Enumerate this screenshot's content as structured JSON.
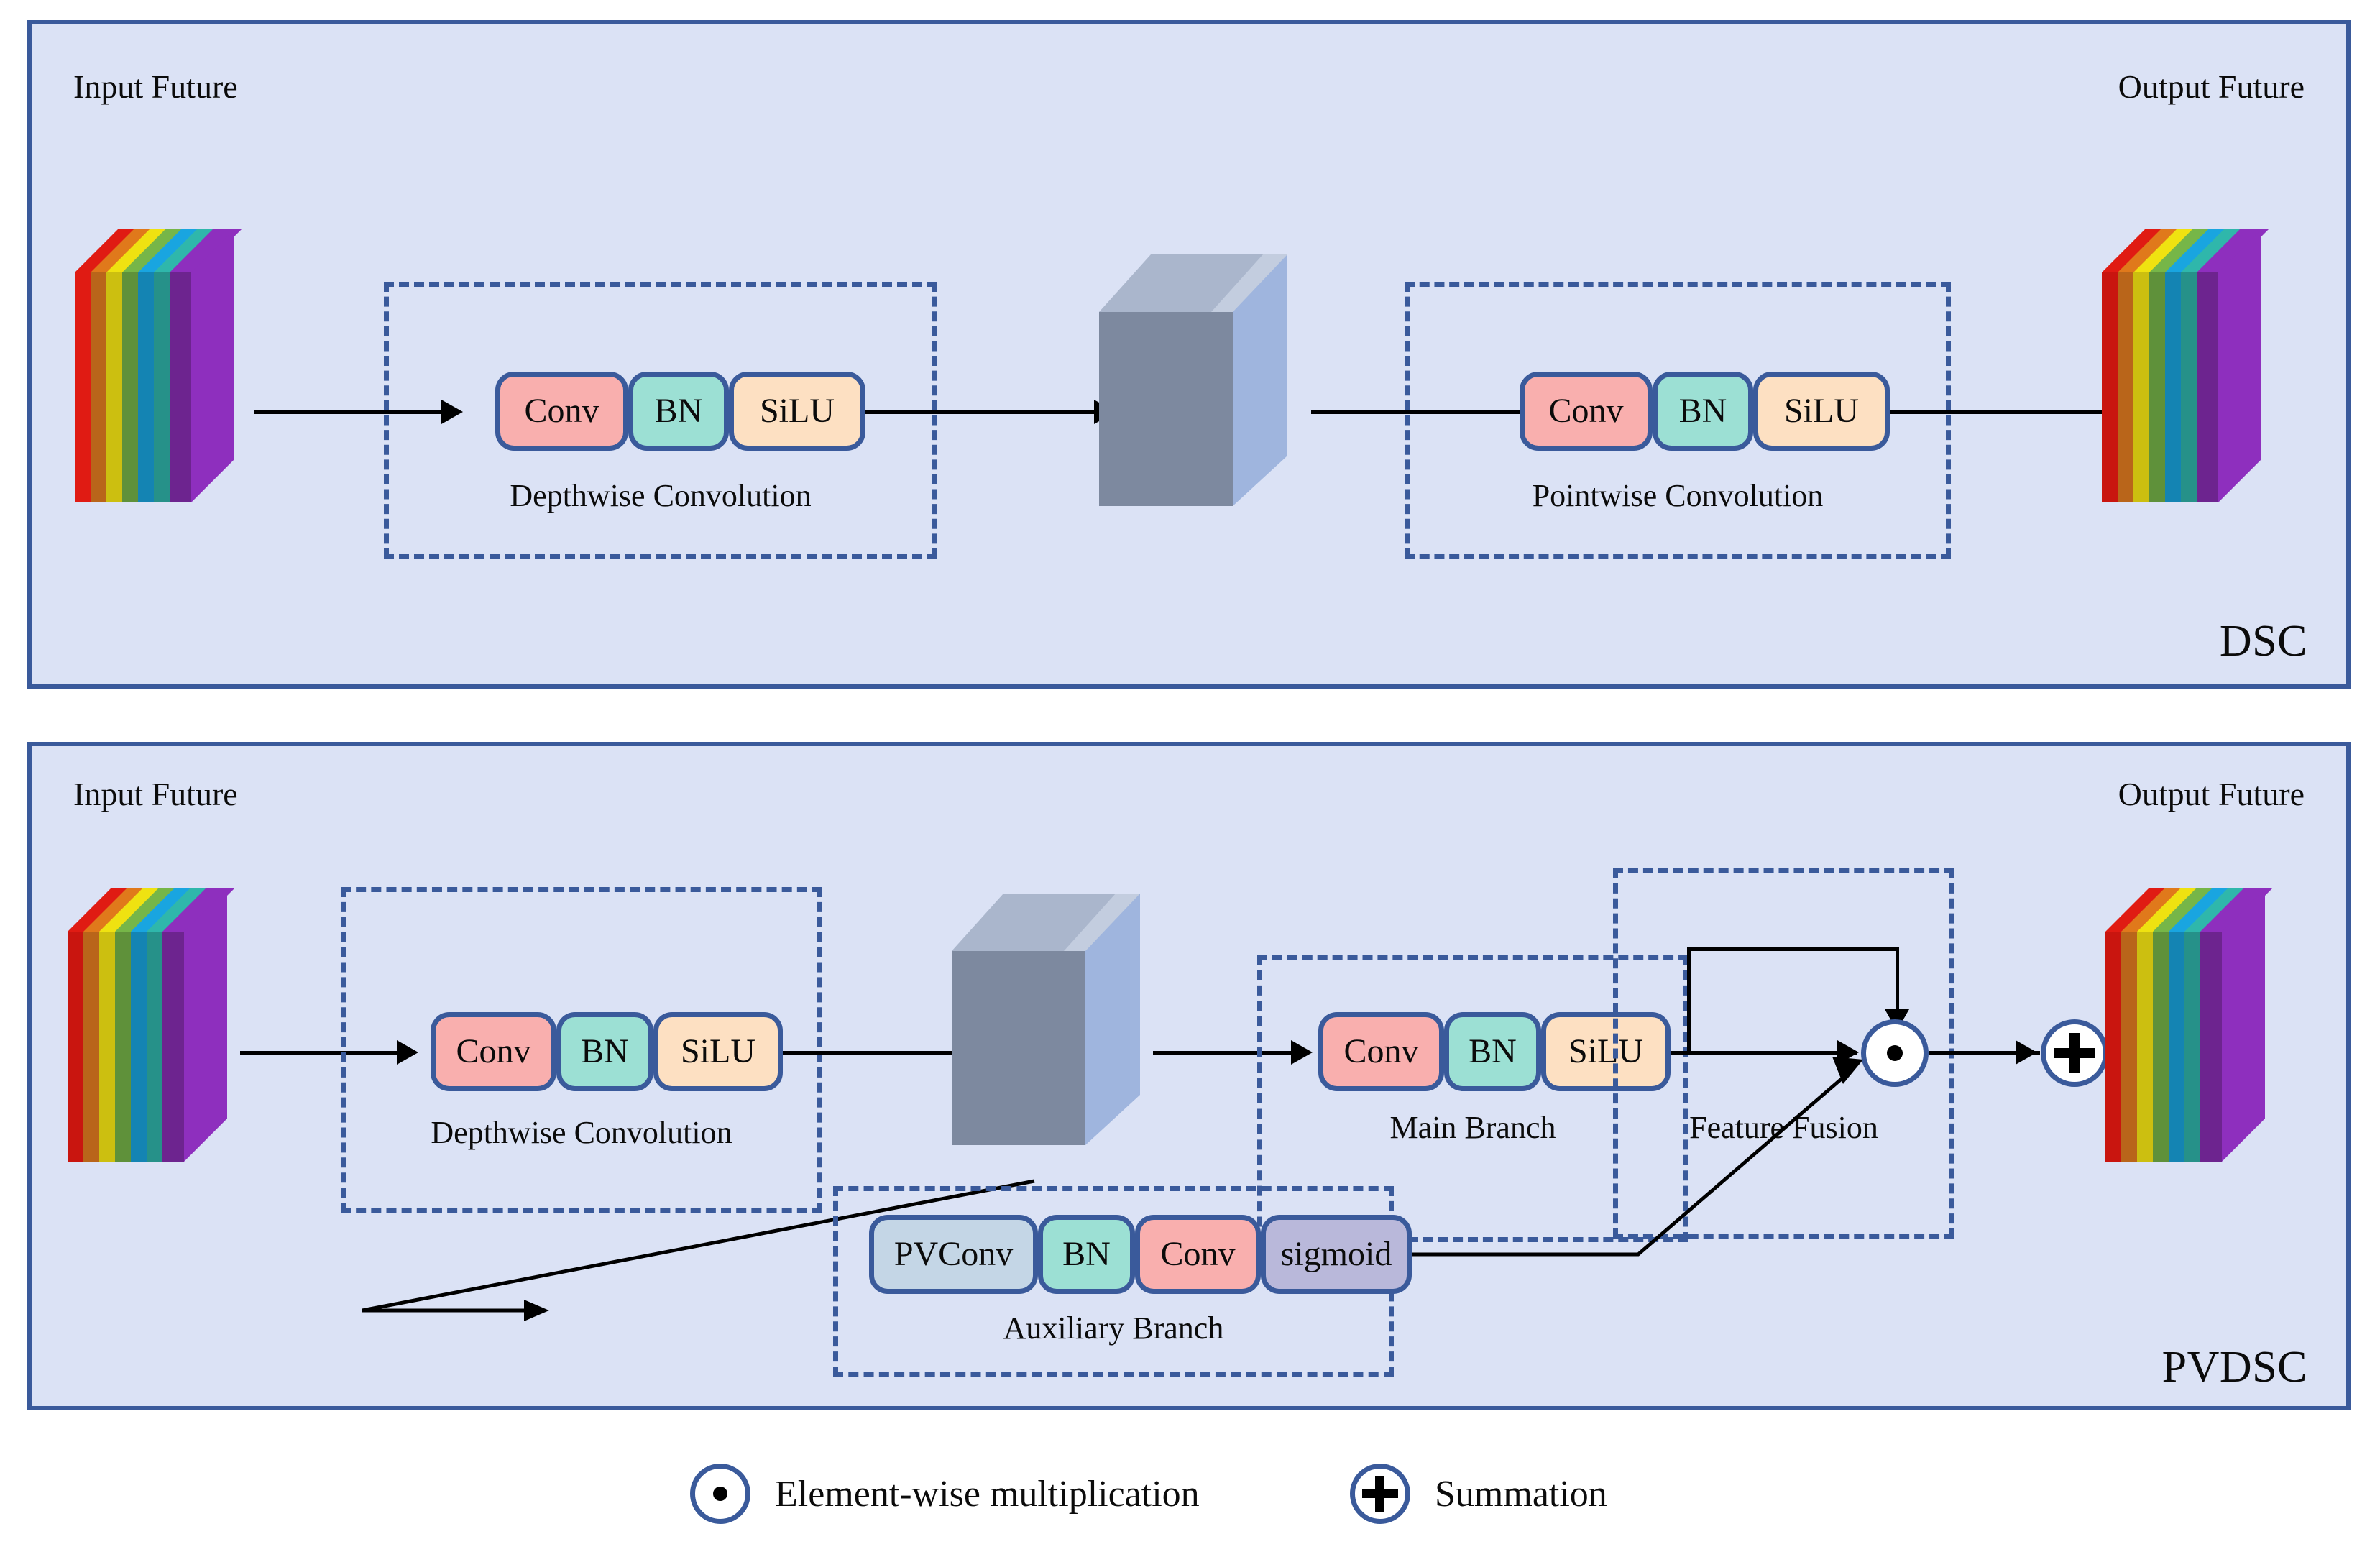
{
  "figure": {
    "title": "DSC and PVDSC module architecture",
    "colors": {
      "panel_fill": "#dbe2f5",
      "panel_border": "#3a5a9b",
      "dash_border": "#3a5a9b",
      "conv": "#f9afae",
      "bn": "#9ce0d4",
      "silu": "#fde0c2",
      "pvconv": "#c4d6e6",
      "sigmoid": "#b9b8da",
      "arrow": "#000000",
      "feature_front": "#8e2fbe",
      "gray_front": "#9fb5de"
    }
  },
  "panels": [
    {
      "id": "dsc",
      "label": "DSC",
      "input_label": "Input Future",
      "output_label": "Output Future",
      "groups": [
        {
          "caption": "Depthwise Convolution",
          "blocks": [
            "Conv",
            "BN",
            "SiLU"
          ]
        },
        {
          "caption": "Pointwise Convolution",
          "blocks": [
            "Conv",
            "BN",
            "SiLU"
          ]
        }
      ]
    },
    {
      "id": "pvdsc",
      "label": "PVDSC",
      "input_label": "Input Future",
      "output_label": "Output Future",
      "groups": [
        {
          "caption": "Depthwise Convolution",
          "blocks": [
            "Conv",
            "BN",
            "SiLU"
          ]
        },
        {
          "caption": "Main Branch",
          "blocks": [
            "Conv",
            "BN",
            "SiLU"
          ]
        },
        {
          "caption": "Auxiliary Branch",
          "blocks": [
            "PVConv",
            "BN",
            "Conv",
            "sigmoid"
          ]
        },
        {
          "caption": "Feature Fusion",
          "blocks": []
        }
      ],
      "operators": [
        {
          "symbol": "dot",
          "name": "element-wise-multiplication"
        },
        {
          "symbol": "plus",
          "name": "summation"
        }
      ]
    }
  ],
  "legend": [
    {
      "symbol": "dot",
      "label": "Element-wise multiplication"
    },
    {
      "symbol": "plus",
      "label": "Summation"
    }
  ],
  "feature_cubes": {
    "rainbow_layers": [
      "#e01b13",
      "#e0791b",
      "#efe211",
      "#76b648",
      "#19a5e0",
      "#2fb7ab",
      "#8e2fbe"
    ],
    "gray_layers": [
      "#7d899f",
      "#7d899f",
      "#7d899f",
      "#7d899f",
      "#7d899f",
      "#7d899f",
      "#7d899f"
    ],
    "gray_front": "#9fb5de"
  }
}
